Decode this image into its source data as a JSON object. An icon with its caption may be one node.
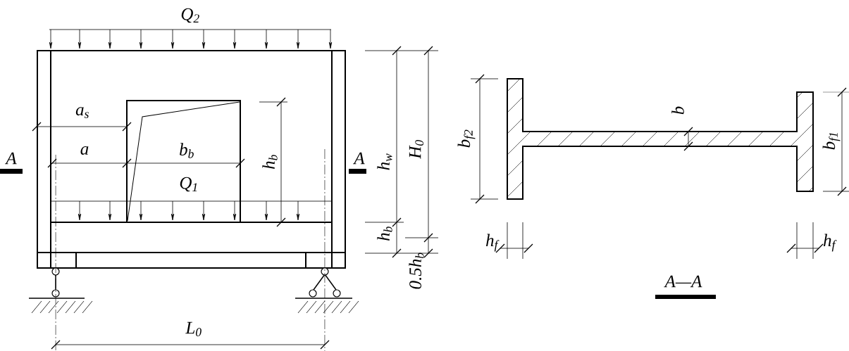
{
  "diagram": {
    "labels": [
      "Q$_{2}$",
      "a$_{s}$",
      "A",
      "a",
      "b$_{b}$",
      "h$_{b}$",
      "A",
      "h$_{w}$",
      "H$_{0}$",
      "Q$_{1}$",
      "h$_{b}$",
      "0.5h$_{b}$",
      "b$_{f2}$",
      "b",
      "b$_{f1}$",
      "h$_{f}$",
      "h$_{f}$",
      "L$_{0}$",
      "A—A"
    ]
  }
}
